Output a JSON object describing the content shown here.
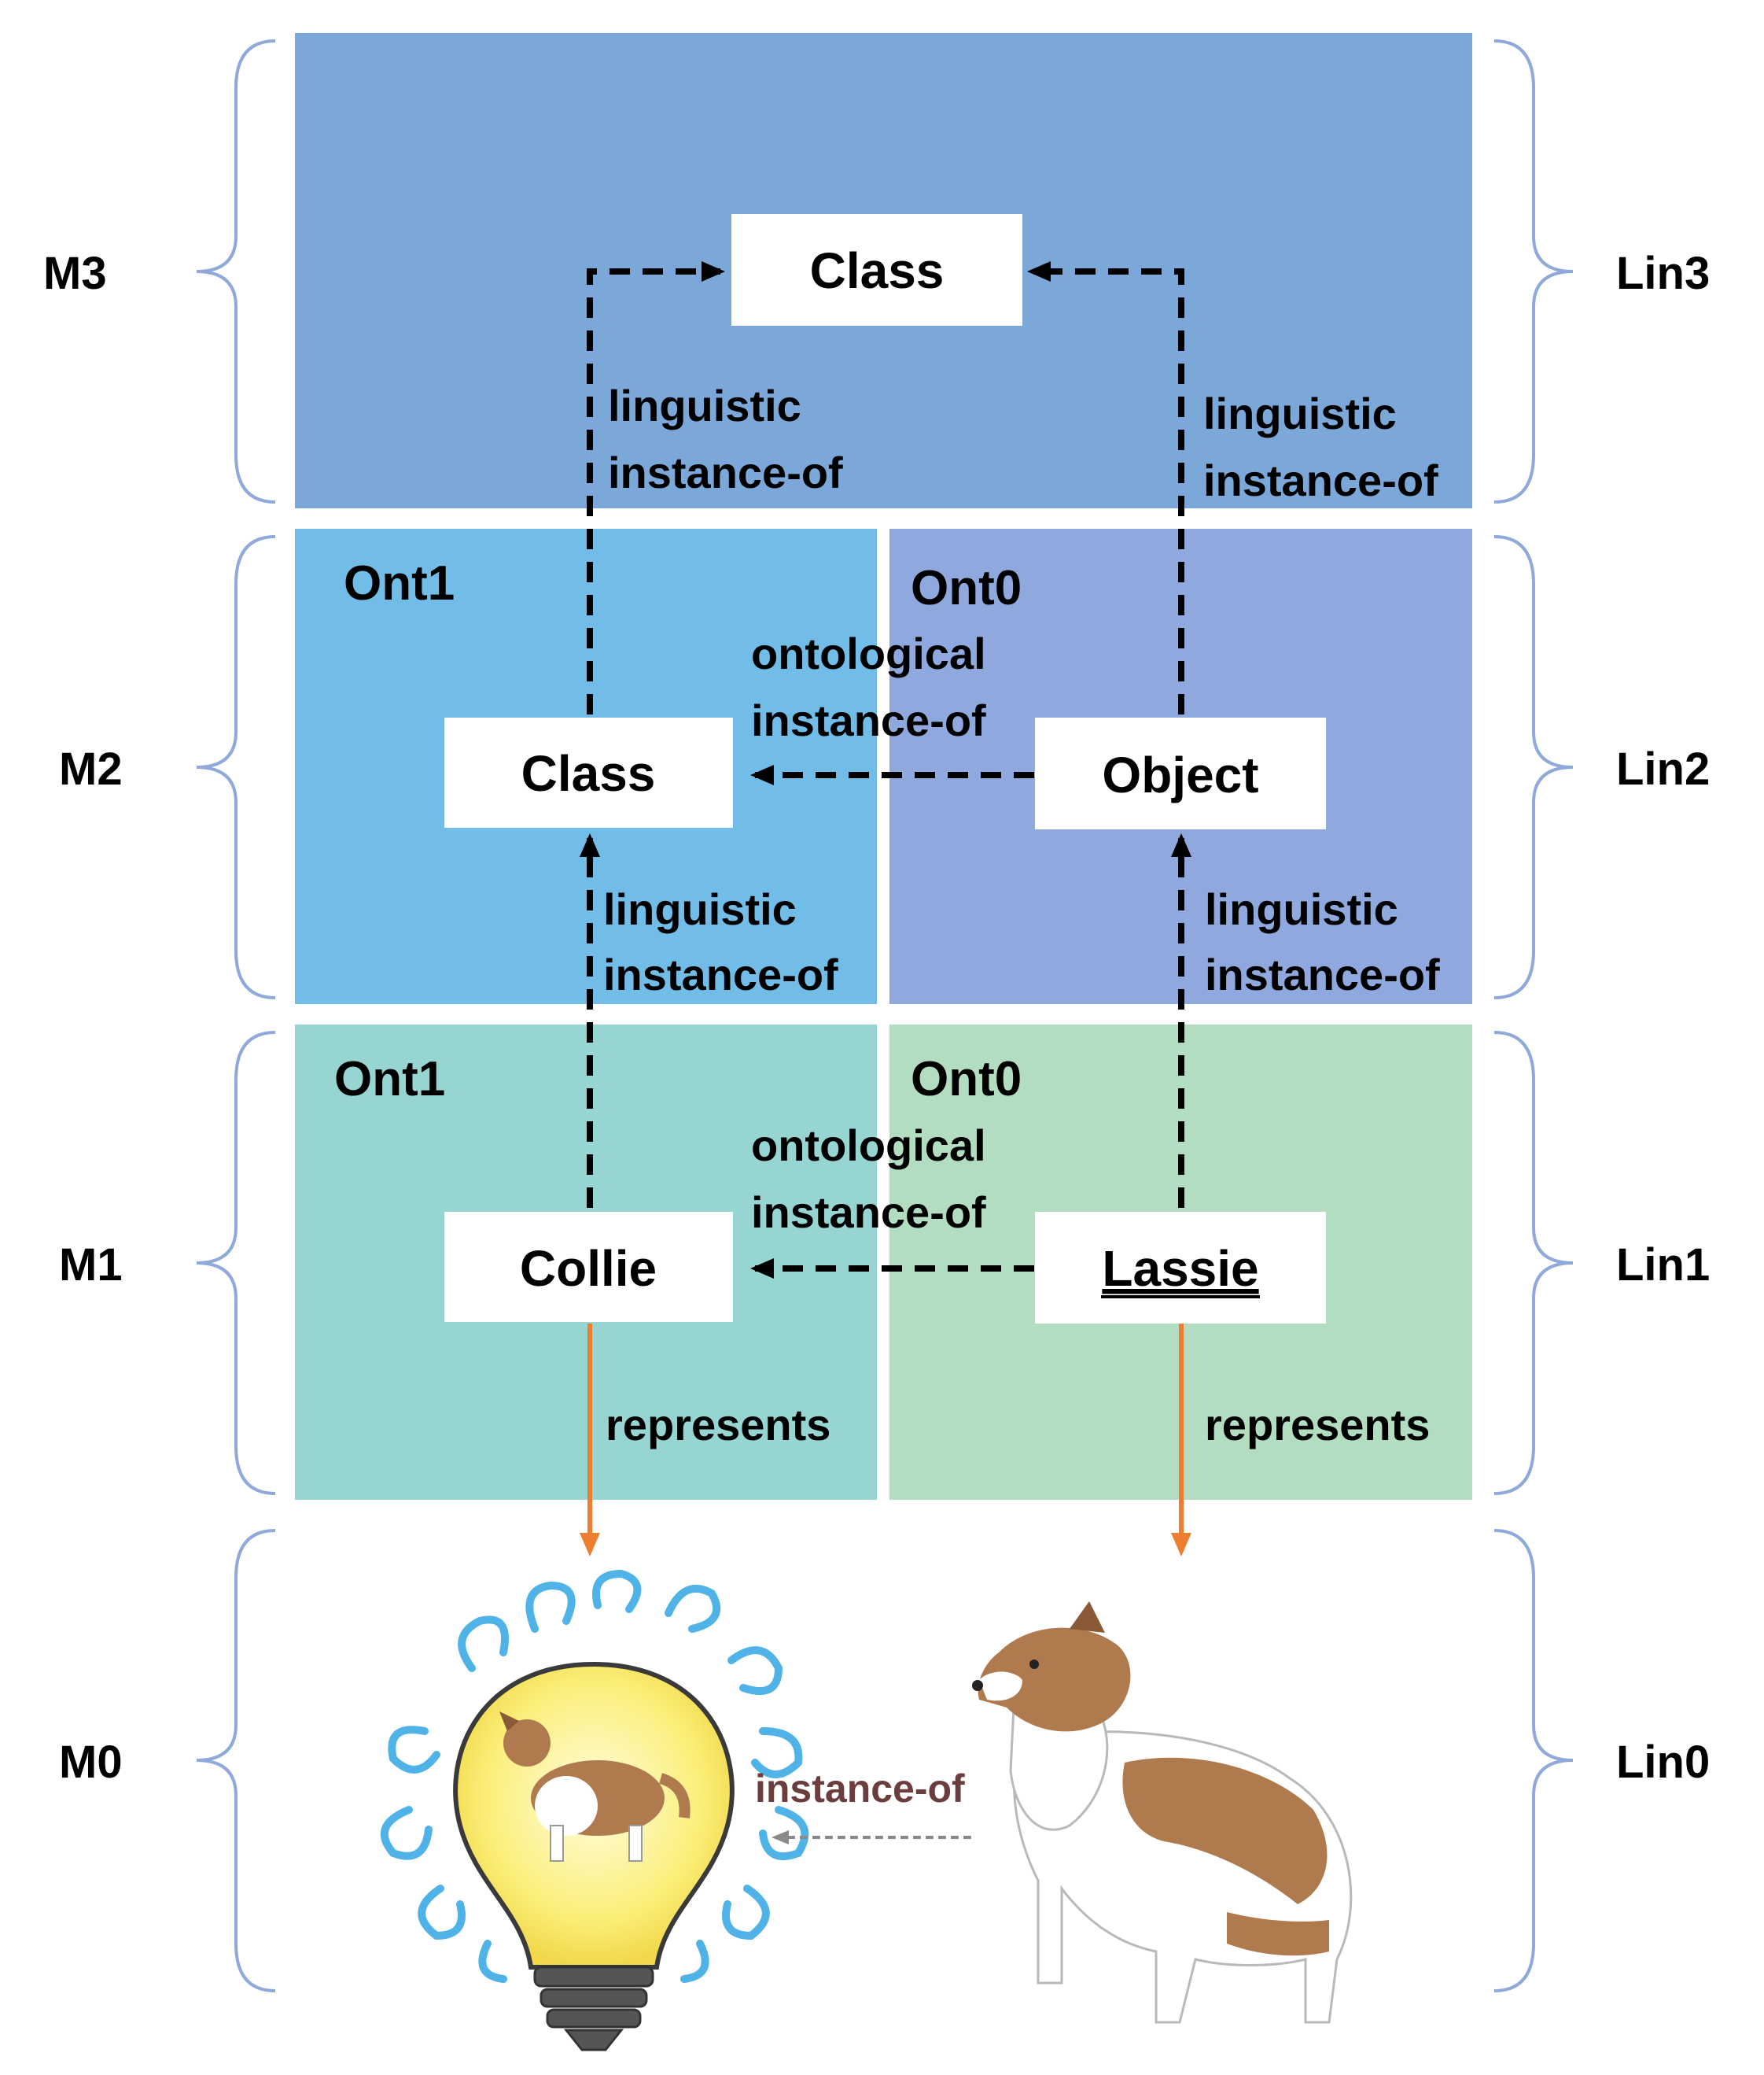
{
  "levels_left": [
    "M3",
    "M2",
    "M1",
    "M0"
  ],
  "levels_right": [
    "Lin3",
    "Lin2",
    "Lin1",
    "Lin0"
  ],
  "regions": {
    "m2_left": "Ont1",
    "m2_right": "Ont0",
    "m1_left": "Ont1",
    "m1_right": "Ont0"
  },
  "boxes": {
    "m3_class": "Class",
    "m2_class": "Class",
    "m2_object": "Object",
    "m1_collie": "Collie",
    "m1_lassie": "Lassie"
  },
  "labels": {
    "linguistic": "linguistic",
    "instance_of": "instance-of",
    "ontological": "ontological",
    "represents": "represents",
    "m0_instance_of": "instance-of"
  },
  "colors": {
    "m3": "#7BA7D9",
    "m2_left": "#72BDE8",
    "m2_right": "#8FA9DF",
    "m1_left": "#96D5D2",
    "m1_right": "#B2DDC0",
    "represents_arrow": "#ED7D31"
  }
}
